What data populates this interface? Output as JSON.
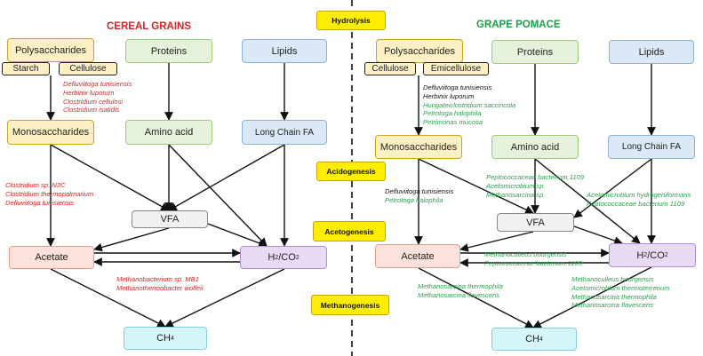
{
  "left": {
    "title": "CEREAL GRAINS",
    "polysaccharides": "Polysaccharides",
    "starch": "Starch",
    "cellulose": "Cellulose",
    "proteins": "Proteins",
    "lipids": "Lipids",
    "monosaccharides": "Monosaccharides",
    "amino_acid": "Amino acid",
    "long_chain_fa": "Long Chain FA",
    "vfa": "VFA",
    "acetate": "Acetate",
    "h2co2": "H2/CO2",
    "ch4": "CH4",
    "hydrolysis_organisms": [
      "Defluviitoga tunisiensis",
      "Herbinix luporum",
      "Clostridium cellulosi",
      "Clostridium isatidis"
    ],
    "acidogenesis_organisms": [
      "Clostridium sp. N3C",
      "Clostridium thermopalmarium",
      "Defluviitoga tunisiensis"
    ],
    "methanogenesis_organisms": [
      "Methanobacterium sp. MB1",
      "Methanothermobacter wolfeii"
    ]
  },
  "right": {
    "title": "GRAPE POMACE",
    "polysaccharides": "Polysaccharides",
    "cellulose": "Cellulose",
    "emicellulose": "Emicellulose",
    "proteins": "Proteins",
    "lipids": "Lipids",
    "monosaccharides": "Monosaccharides",
    "amino_acid": "Amino acid",
    "long_chain_fa": "Long Chain FA",
    "vfa": "VFA",
    "acetate": "Acetate",
    "h2co2": "H2/CO2",
    "ch4": "CH4",
    "hydrolysis_organisms_shared": [
      "Defluviitoga tunisiensis",
      "Herbinix luporum"
    ],
    "hydrolysis_organisms_specific": [
      "Hungateiclostridium saccincola",
      "Petrotoga halophila",
      "Petrimonas mucosa"
    ],
    "mono_vfa_shared": [
      "Defluviitoga tunisiensis"
    ],
    "mono_vfa_specific": [
      "Petrotoga halophila"
    ],
    "amino_vfa_organisms": [
      "Peptococcaceae bacterium 1109",
      "Acetomicrobium sp.",
      "Methanosarcina sp."
    ],
    "lcfa_organisms": [
      "Acetomicrobium hydrogeniformans",
      "Peptococcaceae bacterium 1109"
    ],
    "acetate_h2_organisms": [
      "Methanoculleus bourgensis",
      "Peptococcaceae bacterium 1109"
    ],
    "acetate_ch4_organisms": [
      "Methanosarcina thermophila",
      "Methanosarcina flavescens"
    ],
    "h2_ch4_organisms": [
      "Methanoculleus bourgensis",
      "Acetomicrobium thermoterrenum",
      "Methanosarcina thermophila",
      "Methanosarcina flavescens"
    ]
  },
  "stages": {
    "hydrolysis": "Hydrolysis",
    "acidogenesis": "Acidogenesis",
    "acetogenesis": "Acetogenesis",
    "methanogenesis": "Methanogenesis"
  },
  "colors": {
    "cereal_title": "#e02020",
    "grape_title": "#19a24a",
    "stage_fill": "#ffee00"
  }
}
